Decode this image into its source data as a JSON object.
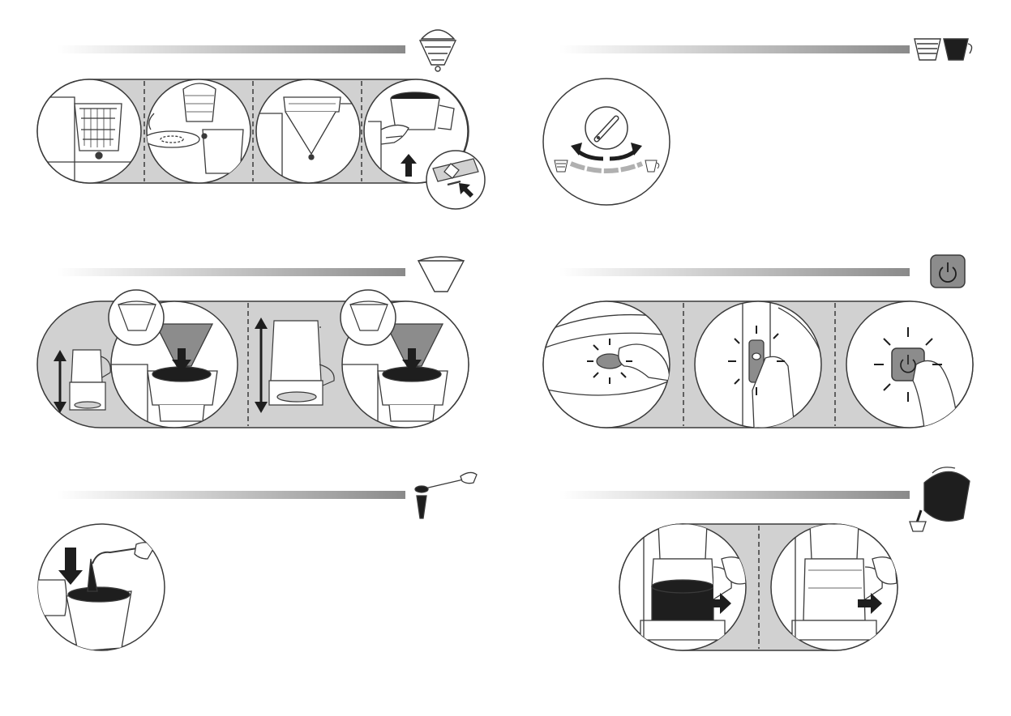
{
  "page": {
    "background": "#ffffff",
    "panel_fill": "#d1d1d1",
    "line_color": "#3a3a3a",
    "dark_fill": "#1e1e1e",
    "button_fill": "#8c8c8c"
  },
  "sections": [
    {
      "id": "filter-holder",
      "header_icon": "filter-basket-icon",
      "step_count": 4
    },
    {
      "id": "paper-filter",
      "header_icon": "paper-filter-icon",
      "step_count": 2
    },
    {
      "id": "ground-coffee",
      "header_icon": "coffee-spoon-icon",
      "step_count": 1
    },
    {
      "id": "aroma-selector",
      "header_icon": "strength-cups-icon",
      "step_count": 1
    },
    {
      "id": "power-on",
      "header_icon": "power-button-icon",
      "step_count": 3
    },
    {
      "id": "pour-coffee",
      "header_icon": "pouring-jug-icon",
      "step_count": 2
    }
  ]
}
